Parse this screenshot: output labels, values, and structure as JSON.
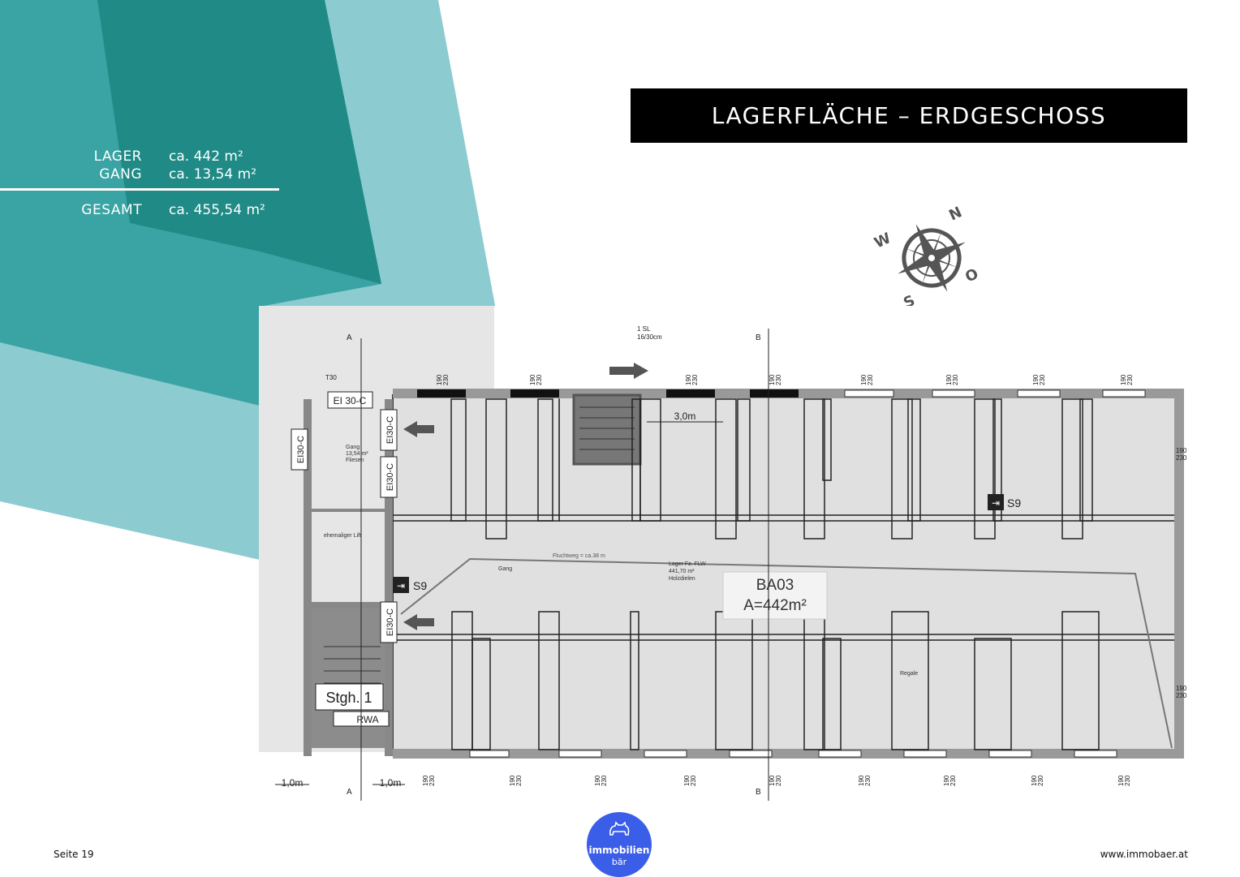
{
  "header": {
    "title": "LAGERFLÄCHE – ERDGESCHOSS"
  },
  "areas": [
    {
      "label": "LAGER",
      "value": "ca. 442 m²"
    },
    {
      "label": "GANG",
      "value": "ca. 13,54 m²"
    }
  ],
  "total": {
    "label": "GESAMT",
    "value": "ca. 455,54 m²"
  },
  "compass": {
    "n": "N",
    "o": "O",
    "s": "S",
    "w": "W"
  },
  "plan": {
    "room_code": "BA03",
    "room_area": "A=442m²",
    "stair_label": "Stgh. 1",
    "rwa_label": "RWA",
    "door_label": "EI30-C",
    "door_label_top": "EI 30-C",
    "exit_sign": "S9",
    "dim_3m": "3,0m",
    "dim_1m": "1,0m",
    "window_dim_top": "190",
    "window_dim_bottom": "230",
    "section_mark": "B",
    "section_mark_a": "A",
    "t30": "T30",
    "gang_small": "Gang",
    "lager_small_1": "Lager Fz. FLW",
    "lager_small_2": "441,70 m²",
    "lager_small_3": "Holzdielen",
    "regale": "Regale",
    "fluchtweg": "Fluchtweg = ca.38 m",
    "lift": "ehemaliger Lift",
    "gang_label_1": "Gang",
    "gang_label_2": "13,54 m²",
    "gang_label_3": "Fliesen",
    "sl_label_1": "1 SL",
    "sl_label_2": "16/30cm"
  },
  "footer": {
    "page": "Seite 19",
    "url": "www.immobaer.at"
  },
  "logo": {
    "line1": "immobilien",
    "line2": "bär"
  },
  "colors": {
    "teal_dark": "#1f8a86",
    "teal_mid": "#3aa3a3",
    "teal_light": "#8ccbd0",
    "logo_blue": "#3a5ee8"
  }
}
